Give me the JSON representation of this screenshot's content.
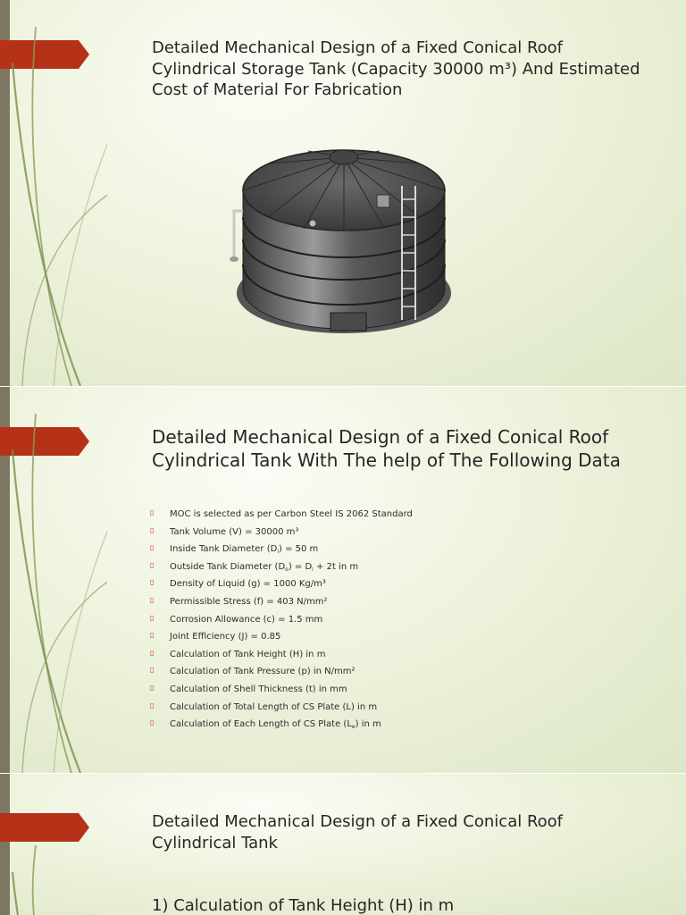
{
  "slides": [
    {
      "title": "Detailed Mechanical Design of a Fixed Conical Roof Cylindrical Storage Tank (Capacity 30000 m³) And Estimated Cost of Material For Fabrication",
      "image_icon": "storage-tank-illustration"
    },
    {
      "title": "Detailed Mechanical Design of a Fixed Conical Roof Cylindrical Tank With The help of The Following Data",
      "bullets": [
        {
          "text": "MOC is selected as per Carbon Steel IS 2062 Standard"
        },
        {
          "text": "Tank Volume (V) = 30000 m³"
        },
        {
          "pre": "Inside Tank Diameter (D",
          "sub": "i",
          "post": ") = 50 m"
        },
        {
          "pre": "Outside Tank Diameter (D",
          "sub": "o",
          "mid": ") = D",
          "sub2": "i",
          "post": " + 2t in m"
        },
        {
          "text": "Density of Liquid (g) = 1000 Kg/m³"
        },
        {
          "text": "Permissible Stress (f)  = 403 N/mm²"
        },
        {
          "text": "Corrosion Allowance (c) = 1.5 mm"
        },
        {
          "text": "Joint Efficiency (J) = 0.85"
        },
        {
          "text": "Calculation of Tank Height (H) in m"
        },
        {
          "text": "Calculation of Tank Pressure (p) in N/mm²"
        },
        {
          "text": "Calculation of Shell Thickness (t) in mm"
        },
        {
          "text": "Calculation of Total Length of CS Plate (L) in m"
        },
        {
          "pre": "Calculation of Each Length of CS Plate (L",
          "sub": "e",
          "post": ") in m"
        }
      ],
      "bullet_marker": "▯"
    },
    {
      "title": "Detailed Mechanical Design of a Fixed Conical Roof Cylindrical Tank",
      "subheading": "1) Calculation of Tank Height (H) in m"
    }
  ],
  "colors": {
    "accent": "#b53219",
    "edge": "#7d7660",
    "background": "#e7edd3",
    "text": "#262626"
  }
}
